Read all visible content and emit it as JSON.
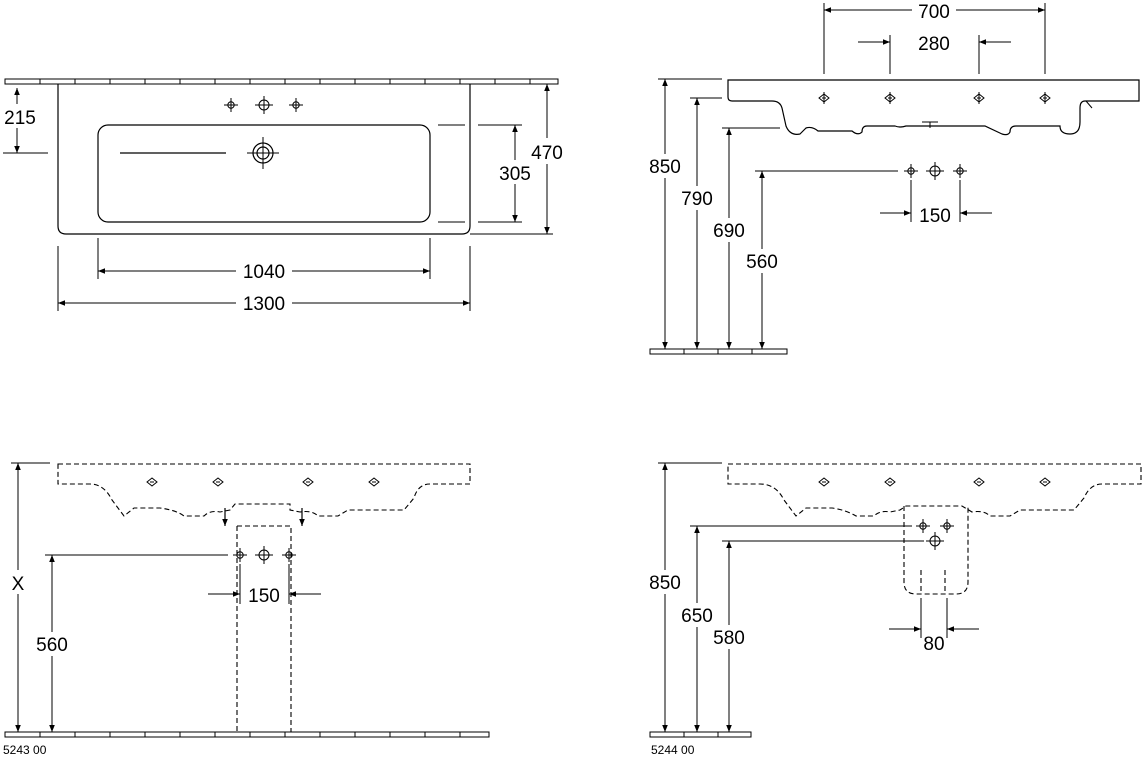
{
  "top_view": {
    "dim_left": "215",
    "dim_bowl_depth": "305",
    "dim_total_depth": "470",
    "dim_bowl_width": "1040",
    "dim_total_width": "1300"
  },
  "side_view": {
    "dim_taps_outer": "700",
    "dim_taps_inner": "280",
    "dim_850": "850",
    "dim_790": "790",
    "dim_690": "690",
    "dim_560": "560",
    "dim_150": "150"
  },
  "pedestal_view": {
    "dim_x": "X",
    "dim_560": "560",
    "dim_150": "150",
    "code": "5243 00"
  },
  "semi_pedestal_view": {
    "dim_850": "850",
    "dim_650": "650",
    "dim_580": "580",
    "dim_80": "80",
    "code": "5244 00"
  }
}
